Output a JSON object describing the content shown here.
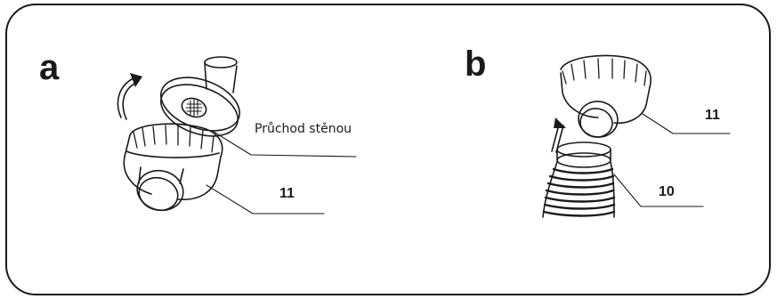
{
  "panels": {
    "a": {
      "letter": "a",
      "callout_number": "11",
      "callout_text": "Průchod stěnou"
    },
    "b": {
      "letter": "b",
      "callout_top": "11",
      "callout_bottom": "10"
    }
  },
  "colors": {
    "line": "#1a1a1a",
    "frame": "#1a1a1a",
    "background": "#ffffff"
  }
}
